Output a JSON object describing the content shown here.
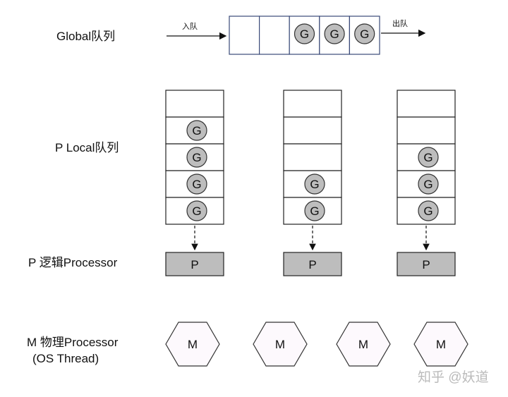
{
  "labels": {
    "global_queue": "Global队列",
    "local_queue": "P Local队列",
    "p_processor": "P 逻辑Processor",
    "m_processor_line1": "M 物理Processor",
    "m_processor_line2": "(OS Thread)"
  },
  "global_queue": {
    "enqueue_label": "入队",
    "dequeue_label": "出队",
    "slots": [
      false,
      false,
      true,
      true,
      true
    ]
  },
  "goroutine_label": "G",
  "p_label": "P",
  "m_label": "M",
  "local_queues": [
    {
      "slots": [
        false,
        true,
        true,
        true,
        true
      ]
    },
    {
      "slots": [
        false,
        false,
        false,
        true,
        true
      ]
    },
    {
      "slots": [
        false,
        false,
        true,
        true,
        true
      ]
    }
  ],
  "m_count": 4,
  "watermark": "知乎 @妖道",
  "colors": {
    "queue_border": "#3a4a78",
    "goroutine_fill": "#bdbdbd",
    "p_fill": "#bdbdbd",
    "m_fill": "#fdf9fd"
  }
}
